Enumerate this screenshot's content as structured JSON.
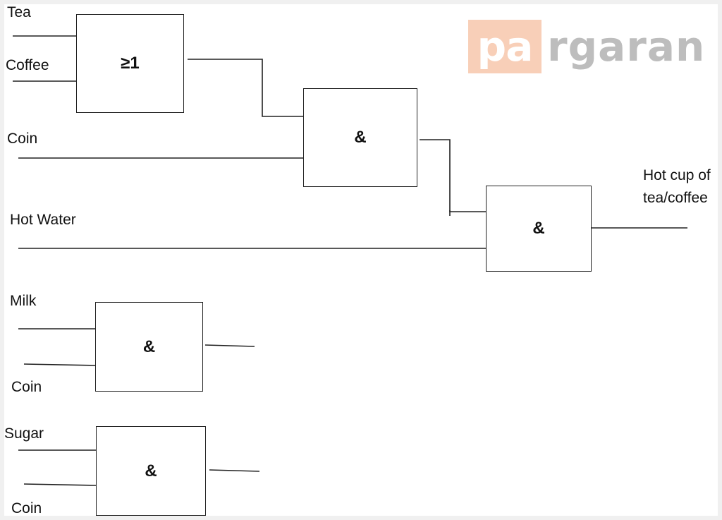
{
  "logo": {
    "boxed": "pa",
    "rest": "rgaran"
  },
  "gates": {
    "or_gate": "≥1",
    "and_main_1": "&",
    "and_main_2": "&",
    "and_milk": "&",
    "and_sugar": "&"
  },
  "labels": {
    "tea": "Tea",
    "coffee": "Coffee",
    "coin_main": "Coin",
    "hot_water": "Hot Water",
    "output_line1": "Hot cup of",
    "output_line2": "tea/coffee",
    "milk": "Milk",
    "coin_milk": "Coin",
    "sugar": "Sugar",
    "coin_sugar": "Coin"
  }
}
